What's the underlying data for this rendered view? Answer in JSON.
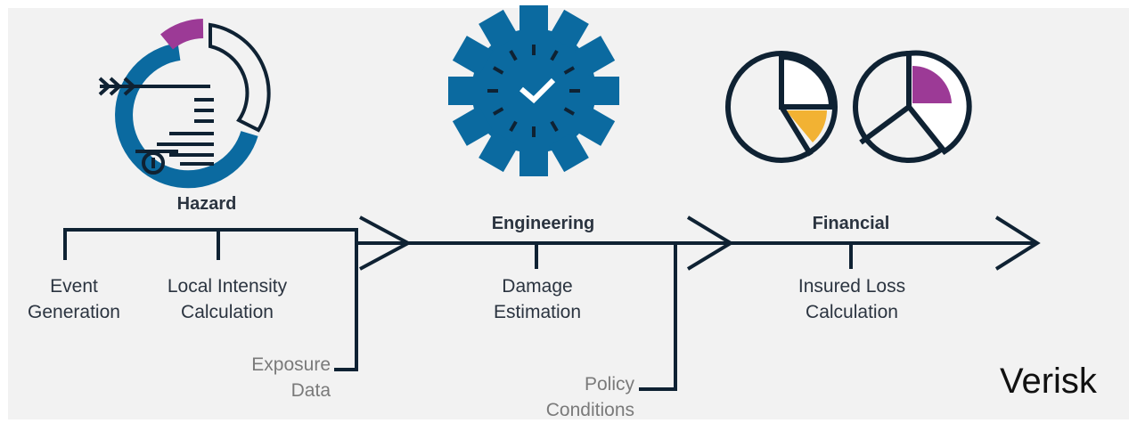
{
  "stages": {
    "hazard": "Hazard",
    "engineering": "Engineering",
    "financial": "Financial"
  },
  "steps": {
    "event_generation": [
      "Event",
      "Generation"
    ],
    "local_intensity": [
      "Local Intensity",
      "Calculation"
    ],
    "damage_estimation": [
      "Damage",
      "Estimation"
    ],
    "insured_loss": [
      "Insured Loss",
      "Calculation"
    ]
  },
  "inputs": {
    "exposure_data": [
      "Exposure",
      "Data"
    ],
    "policy_conditions": [
      "Policy",
      "Conditions"
    ]
  },
  "brand": "Verisk",
  "icons": {
    "hazard": "target-arrow-donut-icon",
    "engineering": "gear-clock-icon",
    "financial": "pie-charts-icon"
  },
  "colors": {
    "line": "#0f2233",
    "blue": "#0b6aa0",
    "purple": "#9c3a96",
    "yellow": "#f2b233",
    "background": "#f2f2f2"
  }
}
